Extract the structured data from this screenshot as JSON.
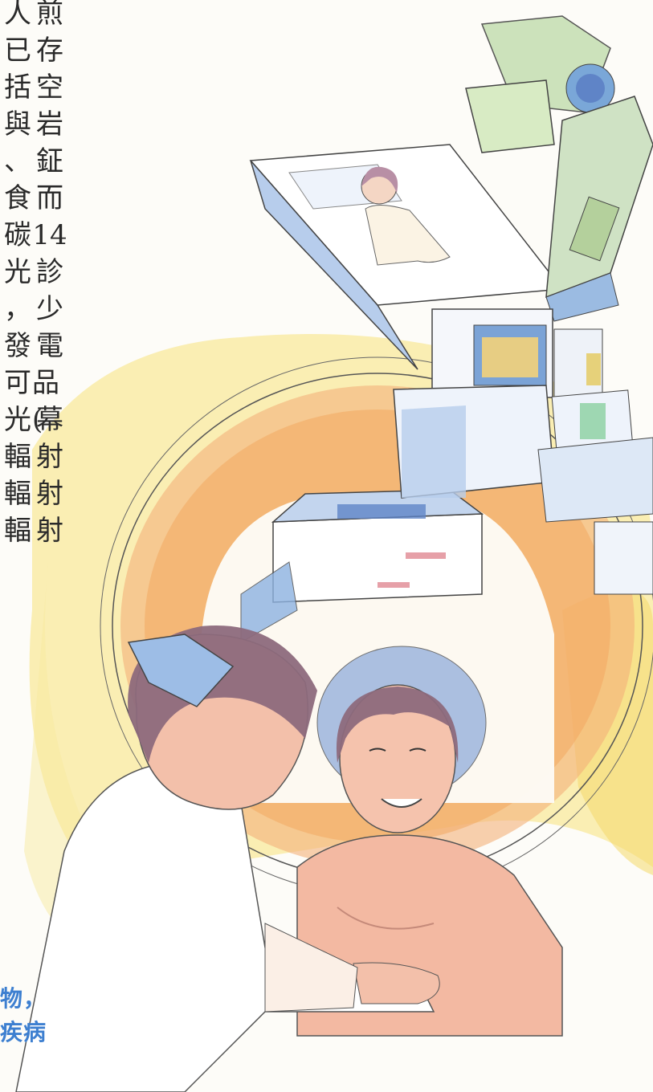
{
  "text_columns": {
    "left": [
      "人",
      "已",
      "括",
      "與",
      "、",
      "食",
      "碳",
      "光",
      "，",
      "發",
      "可",
      "光",
      "輻",
      "輻",
      "輻"
    ],
    "right": [
      "煎",
      "存",
      "空",
      "岩",
      "鉦",
      "而",
      "14",
      "診",
      "少",
      "電",
      "品(",
      "幕",
      "射",
      "射",
      "射"
    ]
  },
  "blue_text": {
    "line1": "物，",
    "line2": "疾病"
  },
  "colors": {
    "text_dark": "#2a2a2a",
    "accent_blue": "#3d7fd0",
    "gantry_orange": "#f2a860",
    "watercolor_yellow": "#f7e27a",
    "skin": "#f3b9a2",
    "hair": "#8d6a7c",
    "equipment_blue": "#a9c4e3"
  }
}
